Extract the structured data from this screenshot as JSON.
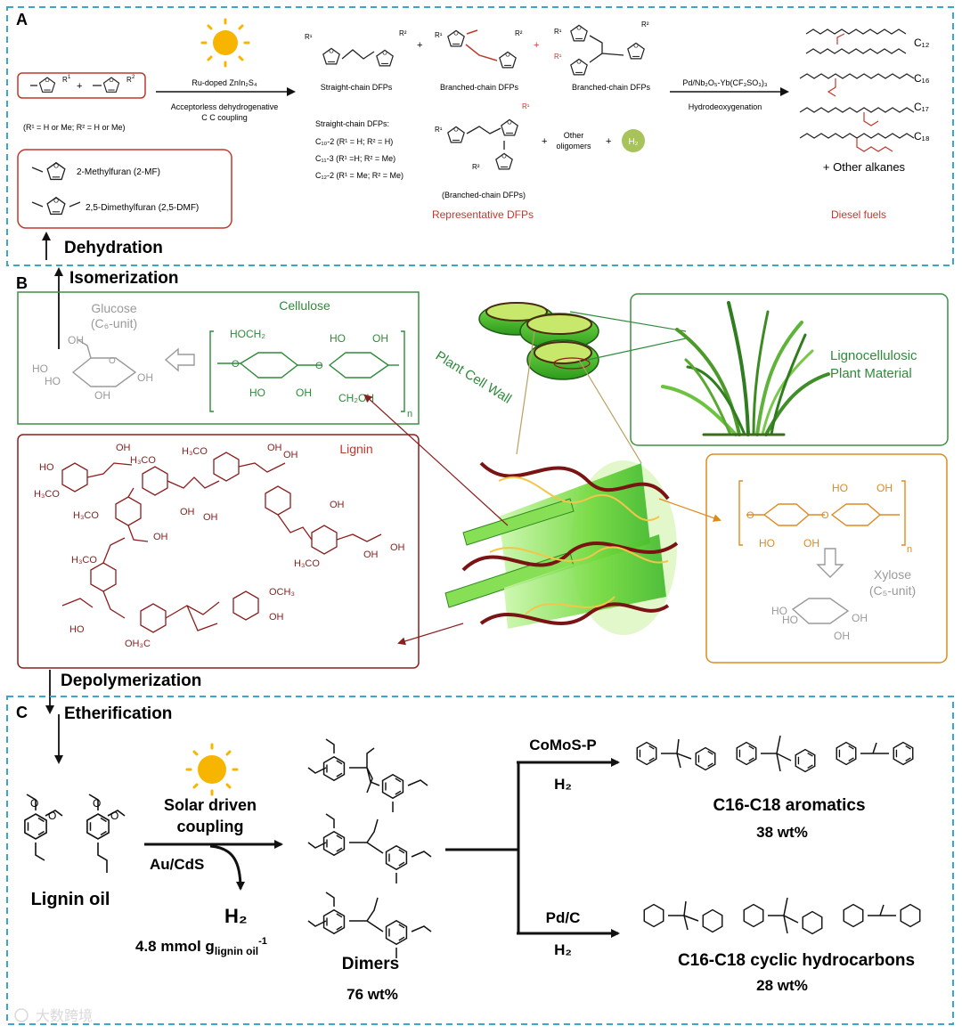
{
  "panels": {
    "a": {
      "letter": "A",
      "reactant_note": "(R¹ = H or Me; R² = H or Me)",
      "mf_label": "2-Methylfuran (2-MF)",
      "dmf_label": "2,5-Dimethylfuran (2,5-DMF)",
      "catalyst1": "Ru-doped ZnIn₂S₄",
      "reaction1_line1": "Acceptorless dehydrogenative",
      "reaction1_line2": "C   C coupling",
      "straight_label": "Straight-chain DFPs",
      "branched_label_1": "Branched-chain DFPs",
      "branched_label_2": "Branched-chain DFPs",
      "straight_list_title": "Straight-chain DFPs:",
      "straight_list": [
        "C₁₀-2 (R¹ = H; R² = H)",
        "C₁₁-3 (R¹ =H; R² = Me)",
        "C₁₂-2 (R¹ = Me; R² = Me)"
      ],
      "branched_bottom_label": "(Branched-chain DFPs)",
      "other_oligomers": [
        "Other",
        "oligomers"
      ],
      "h2": "H₂",
      "representative": "Representative DFPs",
      "catalyst2": "Pd/Nb₂O₅-Yb(CF₃SO₃)₃",
      "reaction2": "Hydrodeoxygenation",
      "alkanes": [
        "C₁₂",
        "C₁₆",
        "C₁₇",
        "C₁₈"
      ],
      "other_alkanes": "+ Other alkanes",
      "diesel": "Diesel fuels"
    },
    "b": {
      "letter": "B",
      "dehydration": "Dehydration",
      "isomerization": "Isomerization",
      "glucose": "Glucose",
      "glucose_unit": "(C₆-unit)",
      "cellulose": "Cellulose",
      "plant_cell_wall": "Plant Cell Wall",
      "lignocellulosic_1": "Lignocellulosic",
      "lignocellulosic_2": "Plant Material",
      "lignin": "Lignin",
      "xylose": "Xylose",
      "xylose_unit": "(C₅-unit)",
      "depolymerization": "Depolymerization"
    },
    "c": {
      "letter": "C",
      "etherification": "Etherification",
      "lignin_oil": "Lignin oil",
      "solar_1": "Solar driven",
      "solar_2": "coupling",
      "catalyst": "Au/CdS",
      "h2": "H₂",
      "h2_yield": "4.8 mmol g",
      "h2_yield_sub": "lignin oil",
      "h2_yield_sup": "-1",
      "dimers": "Dimers",
      "dimers_yield": "76 wt%",
      "cat_top": "CoMoS-P",
      "h2_top": "H₂",
      "aromatics": "C16-C18 aromatics",
      "aromatics_yield": "38 wt%",
      "cat_bottom": "Pd/C",
      "h2_bottom": "H₂",
      "cyclic": "C16-C18 cyclic hydrocarbons",
      "cyclic_yield": "28 wt%"
    }
  },
  "watermark": "大数跨境",
  "colors": {
    "dashed_border": "#3aa6c8",
    "red": "#c0392b",
    "green_box": "#3d8f45",
    "green_text": "#2e8b3a",
    "lignin": "#8b1e1e",
    "orange": "#e08a1e",
    "gray": "#9a9a9a"
  }
}
